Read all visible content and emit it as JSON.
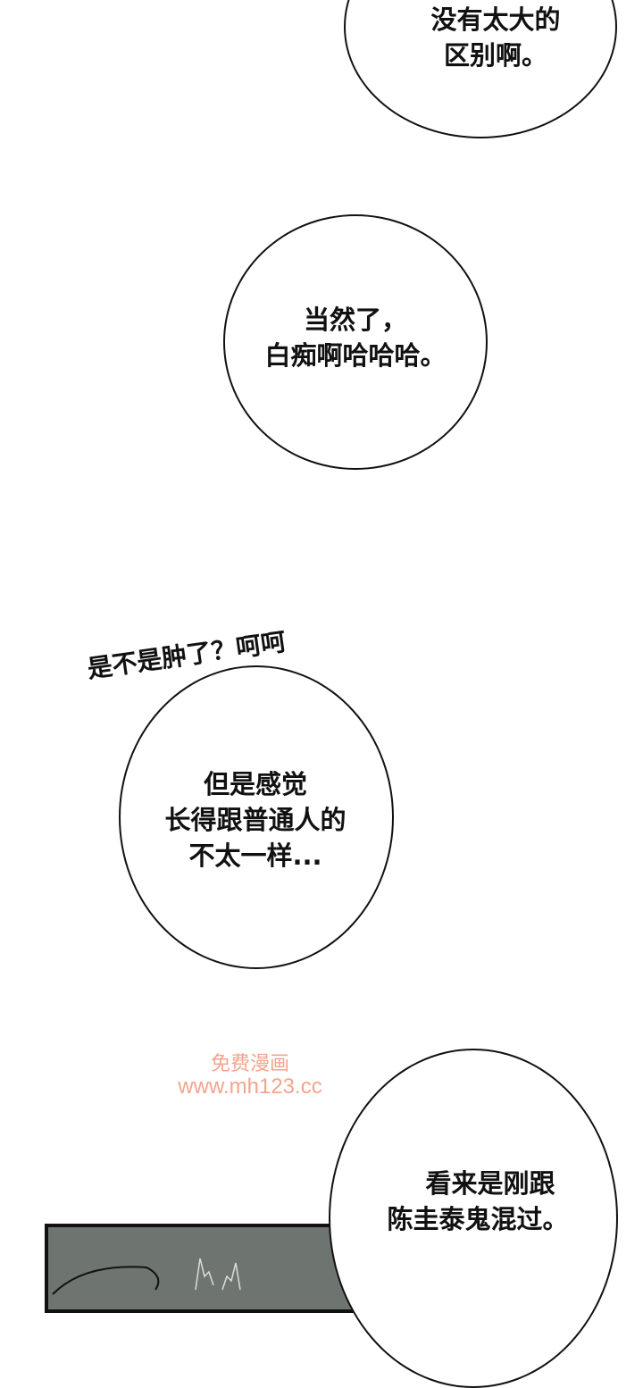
{
  "bubbles": [
    {
      "lines": [
        "没有太大的",
        "区别啊。"
      ]
    },
    {
      "lines": [
        "当然了，",
        "白痴啊哈哈哈。"
      ]
    },
    {
      "lines": [
        "但是感觉",
        "长得跟普通人的",
        "不太一样..."
      ]
    },
    {
      "lines": [
        "看来是刚跟",
        "陈圭泰鬼混过。"
      ]
    }
  ],
  "sfx_text": "是不是肿了？呵呵",
  "watermark": {
    "line1": "免费漫画",
    "line2": "www.mh123.cc"
  }
}
